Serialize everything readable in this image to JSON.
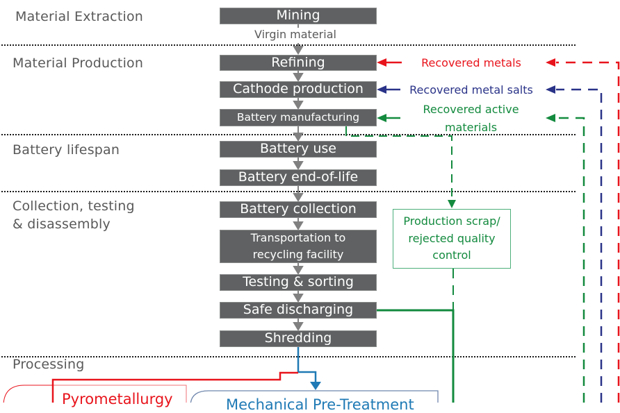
{
  "stages": [
    {
      "label": "Material Extraction"
    },
    {
      "label": "Material Production"
    },
    {
      "label": "Battery lifespan"
    },
    {
      "label": "Collection, testing\n& disassembly"
    },
    {
      "label": "Processing"
    }
  ],
  "steps": [
    {
      "label": "Mining"
    },
    {
      "label": "Refining"
    },
    {
      "label": "Cathode production"
    },
    {
      "label": "Battery manufacturing"
    },
    {
      "label": "Battery use"
    },
    {
      "label": "Battery end-of-life"
    },
    {
      "label": "Battery collection"
    },
    {
      "label": "Transportation to recycling facility"
    },
    {
      "label": "Testing & sorting"
    },
    {
      "label": "Safe discharging"
    },
    {
      "label": "Shredding"
    }
  ],
  "flow_note": "Virgin material",
  "recovered": {
    "metals": {
      "label": "Recovered metals",
      "color": "#e8141c"
    },
    "metal_salts": {
      "label": "Recovered metal salts",
      "color": "#2a3388"
    },
    "active_materials": {
      "label": "Recovered active materials",
      "color": "#138a3e"
    }
  },
  "scrap_box": {
    "label": "Production scrap/ rejected quality control"
  },
  "processing": {
    "pyrometallurgy": {
      "label": "Pyrometallurgy",
      "color": "#e8141c"
    },
    "mechanical": {
      "label": "Mechanical Pre-Treatment",
      "color": "#1f7ab5"
    }
  },
  "colors": {
    "step_fill": "#5f6162",
    "arrow_gray": "#808080",
    "stage_text": "#595959"
  }
}
